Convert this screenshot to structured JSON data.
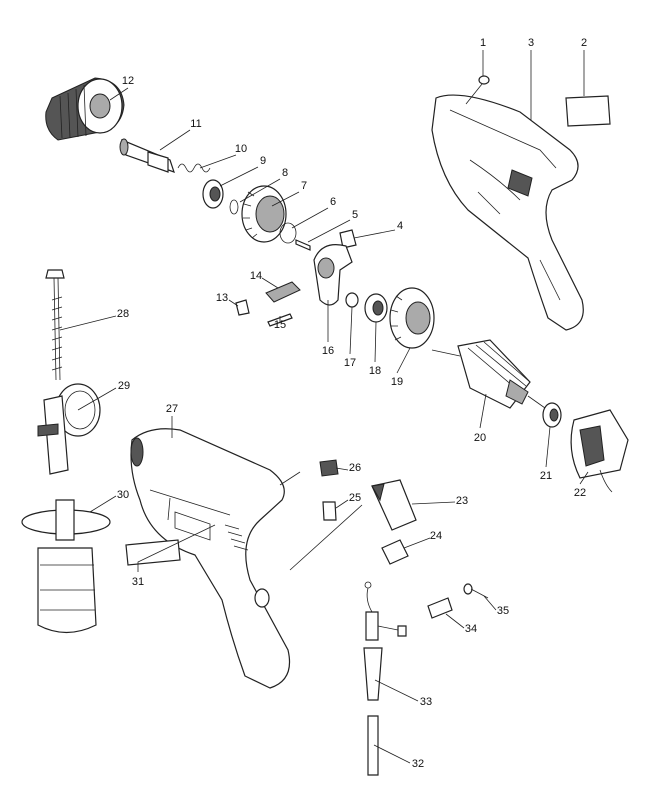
{
  "title": "Exploded parts diagram - hammer drill",
  "labels": {
    "p1": "1",
    "p2": "2",
    "p3": "3",
    "p4": "4",
    "p5": "5",
    "p6": "6",
    "p7": "7",
    "p8": "8",
    "p9": "9",
    "p10": "10",
    "p11": "11",
    "p12": "12",
    "p13": "13",
    "p14": "14",
    "p15": "15",
    "p16": "16",
    "p17": "17",
    "p18": "18",
    "p19": "19",
    "p20": "20",
    "p21": "21",
    "p22": "22",
    "p23": "23",
    "p24": "24",
    "p25": "25",
    "p26": "26",
    "p27": "27",
    "p28": "28",
    "p29": "29",
    "p30": "30",
    "p31": "31",
    "p32": "32",
    "p33": "33",
    "p34": "34",
    "p35": "35"
  }
}
